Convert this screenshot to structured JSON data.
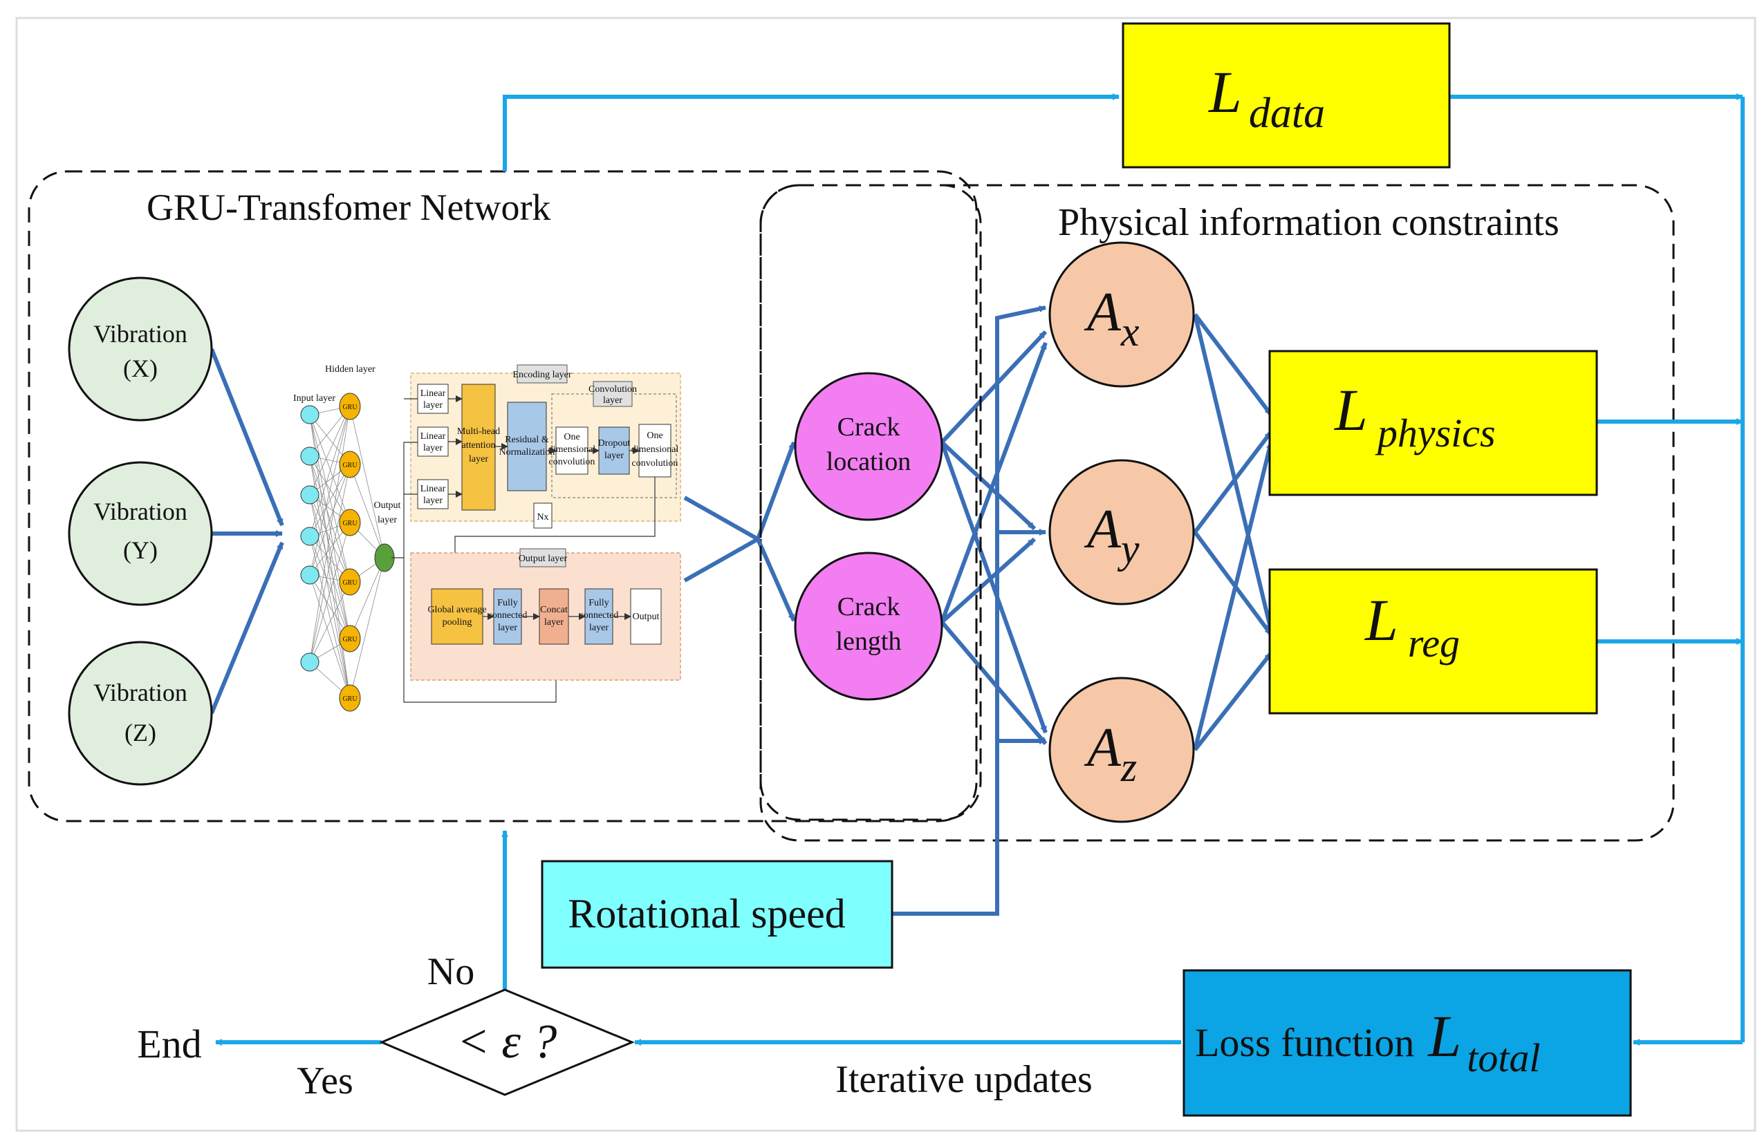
{
  "title_gru": "GRU-Transfomer Network",
  "title_physical": "Physical information constraints",
  "vibration_label": "Vibration",
  "inputs": [
    "(X)",
    "(Y)",
    "(Z)"
  ],
  "crack_location": [
    "Crack",
    "location"
  ],
  "crack_length": [
    "Crack",
    "length"
  ],
  "accel_base": "A",
  "accel_subs": [
    "x",
    "y",
    "z"
  ],
  "loss_base": "L",
  "l_data_sub": "data",
  "l_physics_sub": "physics",
  "l_reg_sub": "reg",
  "rotational_speed": "Rotational speed",
  "loss_function_label": "Loss function",
  "l_total_sub": "total",
  "condition_text": "< ε ?",
  "no_label": "No",
  "yes_label": "Yes",
  "end_label": "End",
  "iterative_updates": "Iterative updates",
  "network_inner": {
    "hidden_layer": "Hidden layer",
    "input_layer": "Input layer",
    "output_layer": [
      "Output",
      "layer"
    ],
    "gru": "GRU",
    "encoding_layer": "Encoding layer",
    "convolution_layer": [
      "Convolution",
      "layer"
    ],
    "linear_layer": [
      "Linear",
      "layer"
    ],
    "multi_head": [
      "Multi-head",
      "attention",
      "layer"
    ],
    "residual": [
      "Residual &",
      "Normalization"
    ],
    "one_dim_conv": [
      "One",
      "dimensional",
      "convolution"
    ],
    "dropout": [
      "Dropout",
      "layer"
    ],
    "nx": "Nx",
    "output_layer_box": "Output layer",
    "global_avg": [
      "Global average",
      "pooling"
    ],
    "fully_connected": [
      "Fully",
      "connected",
      "layer"
    ],
    "concat": [
      "Concat",
      "layer"
    ],
    "output": "Output"
  },
  "colors": {
    "vibration_fill": "#dfeedd",
    "crack_fill": "#f27ef2",
    "accel_fill": "#f6c8a8",
    "yellow_box": "#ffff00",
    "cyan_box": "#80ffff",
    "loss_total_box": "#0ba4e4",
    "cyan_arrow": "#1aa7e8",
    "blue_arrow": "#3a6fb6",
    "gru_node": "#f5b400",
    "input_node": "#7fe8f0",
    "output_node": "#5aa03a"
  }
}
